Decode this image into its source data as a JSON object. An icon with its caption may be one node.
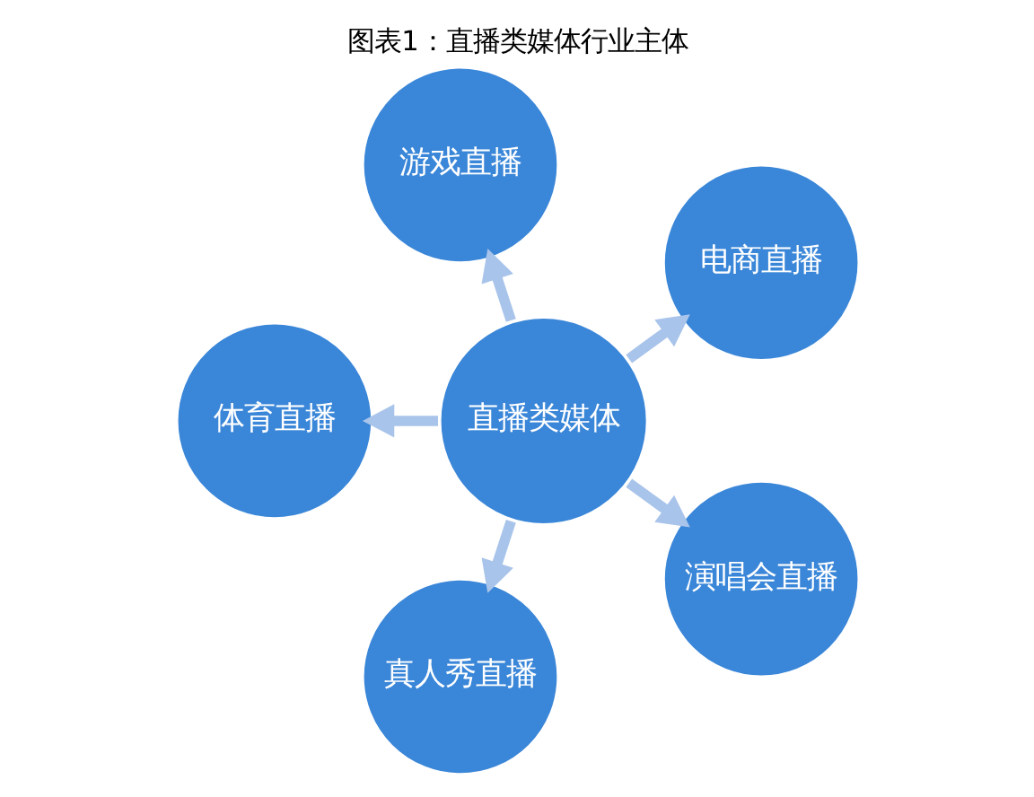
{
  "diagram": {
    "title": "图表1：直播类媒体行业主体",
    "nodes": [
      {
        "text": [
          "直播类媒体"
        ]
      },
      {
        "text": [
          "电商直播"
        ]
      },
      {
        "text": [
          "游戏直播"
        ]
      },
      {
        "text": [
          "体育直播"
        ]
      },
      {
        "text": [
          "真人秀直播"
        ]
      },
      {
        "text": [
          "演唱会直播"
        ]
      }
    ],
    "edges": [
      {
        "from": 0,
        "to": 1,
        "arrow": "to"
      },
      {
        "from": 0,
        "to": 2,
        "arrow": "to"
      },
      {
        "from": 0,
        "to": 3,
        "arrow": "to"
      },
      {
        "from": 0,
        "to": 4,
        "arrow": "to"
      },
      {
        "from": 0,
        "to": 5,
        "arrow": "to"
      }
    ]
  }
}
